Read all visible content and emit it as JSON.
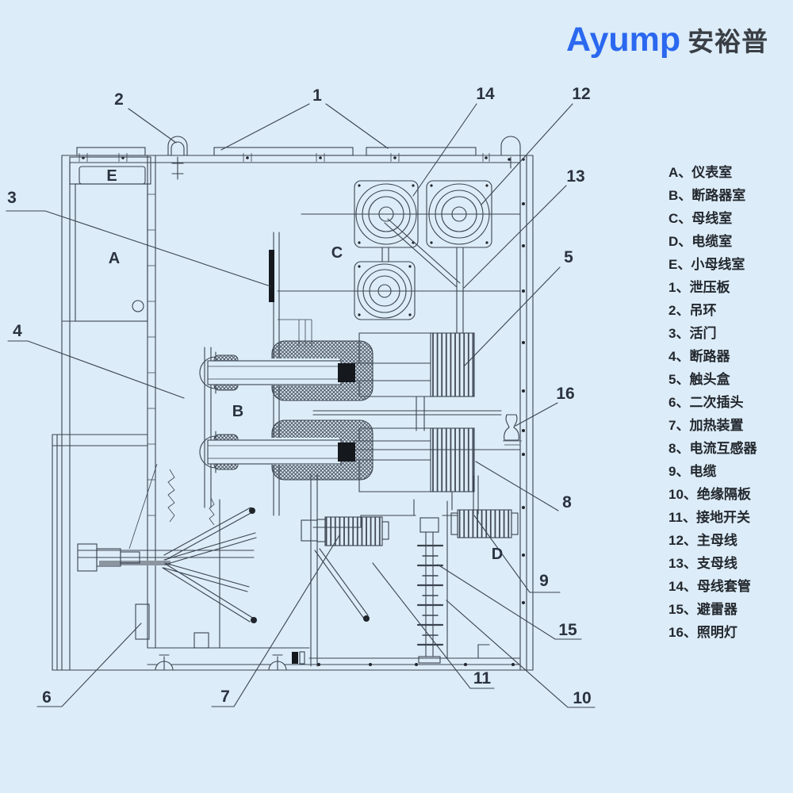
{
  "logo": {
    "latin": "Ayump",
    "cjk": "安裕普",
    "brand_color": "#2b68f0"
  },
  "legend": {
    "items": [
      {
        "text": "A、仪表室"
      },
      {
        "text": "B、断路器室"
      },
      {
        "text": "C、母线室"
      },
      {
        "text": "D、电缆室"
      },
      {
        "text": "E、小母线室"
      },
      {
        "text": "1、泄压板"
      },
      {
        "text": "2、吊环"
      },
      {
        "text": "3、活门"
      },
      {
        "text": "4、断路器"
      },
      {
        "text": "5、触头盒"
      },
      {
        "text": "6、二次插头"
      },
      {
        "text": "7、加热装置"
      },
      {
        "text": "8、电流互感器"
      },
      {
        "text": "9、电缆"
      },
      {
        "text": "10、绝缘隔板"
      },
      {
        "text": "11、接地开关"
      },
      {
        "text": "12、主母线"
      },
      {
        "text": "13、支母线"
      },
      {
        "text": "14、母线套管"
      },
      {
        "text": "15、避雷器"
      },
      {
        "text": "16、照明灯"
      }
    ]
  },
  "callouts": {
    "n1": "1",
    "n2": "2",
    "n3": "3",
    "n4": "4",
    "n5": "5",
    "n6": "6",
    "n7": "7",
    "n8": "8",
    "n9": "9",
    "n10": "10",
    "n11": "11",
    "n12": "12",
    "n13": "13",
    "n14": "14",
    "n15": "15",
    "n16": "16",
    "rA": "A",
    "rB": "B",
    "rC": "C",
    "rD": "D",
    "rE": "E"
  },
  "colors": {
    "background": "#dcecf8",
    "line": "#3b4450"
  }
}
